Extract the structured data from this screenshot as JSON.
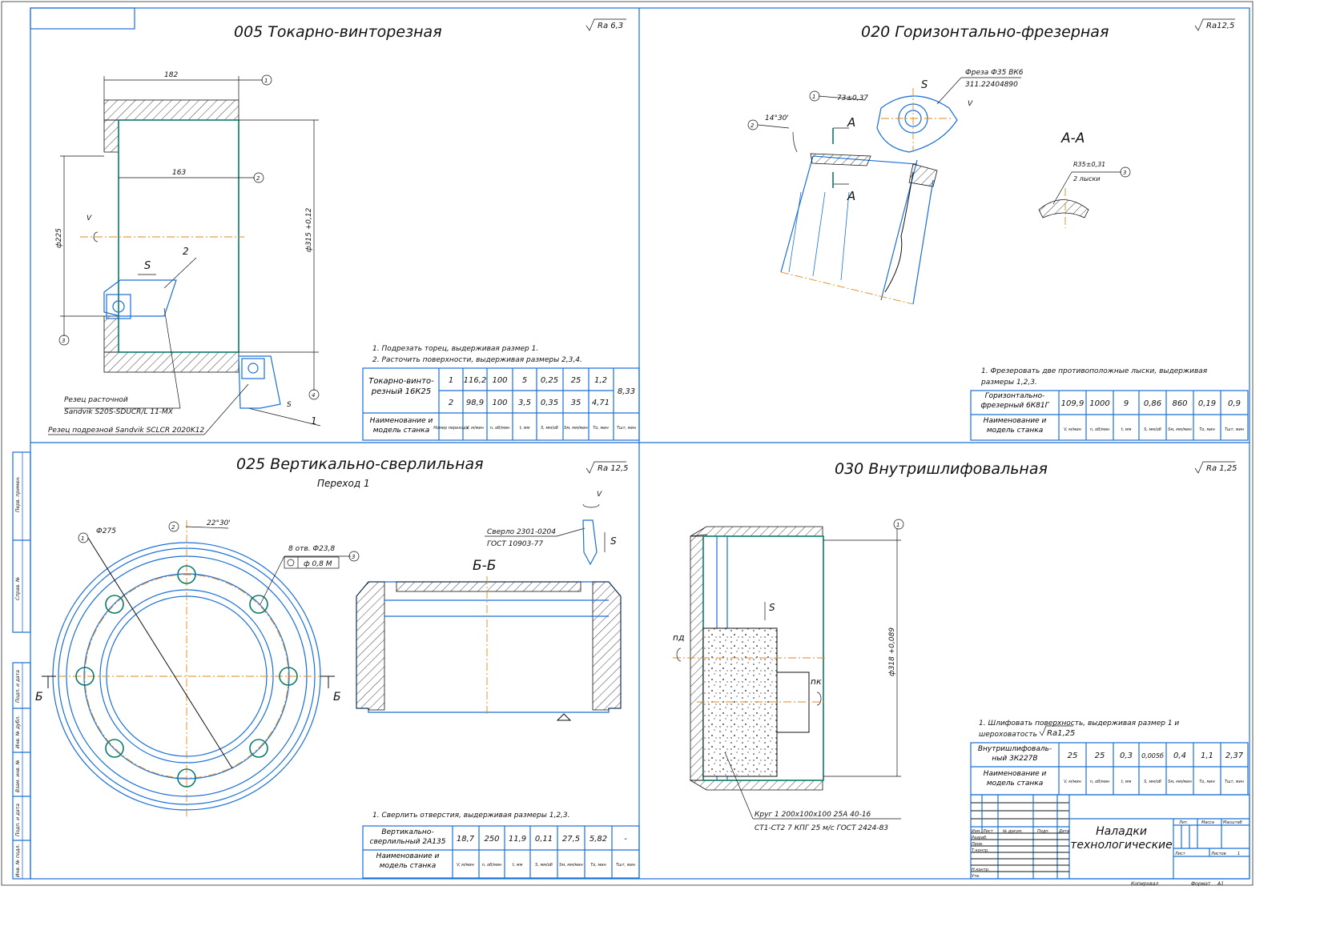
{
  "sheet": {
    "format_label": "Формат",
    "format_value": "А1",
    "copied_label": "Копировал",
    "side_stamps": [
      "Перв. примен.",
      "Справ. №",
      "Подп. и дата",
      "Инв. № дубл.",
      "Взам. инв. №",
      "Подп. и дата",
      "Инв. № подл."
    ]
  },
  "op005": {
    "title": "005 Токарно-винторезная",
    "roughness": "Ra 6,3",
    "dims": {
      "d1": "182",
      "d2": "163",
      "d3": "ф225",
      "d4": "ф315 +0,12",
      "v": "V",
      "s": "S",
      "s2": "S",
      "pos2": "2",
      "pos1": "1"
    },
    "balloons": [
      "1",
      "2",
      "3",
      "4"
    ],
    "tool_labels": [
      "Резец расточной",
      "Sandvik S20S-SDUCR/L 11-MX",
      "Резец подрезной Sandvik SCLCR 2020K12"
    ],
    "notes": [
      "1. Подрезать торец, выдерживая размер 1.",
      "2. Расточить поверхности, выдерживая размеры 2,3,4."
    ],
    "table": {
      "machine": "Токарно-винто- резный 16К25",
      "rows": [
        [
          "1",
          "116,2",
          "100",
          "5",
          "0,25",
          "25",
          "1,2"
        ],
        [
          "2",
          "98,9",
          "100",
          "3,5",
          "0,35",
          "35",
          "4,71"
        ]
      ],
      "total": "8,33",
      "header_name": "Наименование и модель станка",
      "headers": [
        "Номер перехода",
        "V, м/мин",
        "n, об/мин",
        "t, мм",
        "S, мм/об",
        "Sм, мм/мин",
        "Tо, мин",
        "Tшт, мин"
      ]
    }
  },
  "op020": {
    "title": "020 Горизонтально-фрезерная",
    "roughness": "Ra12,5",
    "cutter": [
      "Фреза Ф35 ВК6",
      "311.22404890"
    ],
    "dims": {
      "d1": "73±0,37",
      "angle": "14°30'",
      "section": "А-А",
      "a1": "А",
      "a2": "А",
      "r": "R35±0,31",
      "flats": "2 лыски",
      "s": "S",
      "v": "V"
    },
    "balloons": [
      "1",
      "2",
      "3"
    ],
    "notes": [
      "1. Фрезеровать две противоположные лыски, выдерживая",
      "размеры 1,2,3."
    ],
    "table": {
      "machine": "Горизонтально- фрезерный 6К81Г",
      "values": [
        "109,9",
        "1000",
        "9",
        "0,86",
        "860",
        "0,19",
        "0,9"
      ],
      "header_name": "Наименование и модель станка",
      "headers": [
        "V, м/мин",
        "n, об/мин",
        "t, мм",
        "S, мм/об",
        "Sм, мм/мин",
        "Tо, мин",
        "Tшт, мин"
      ]
    }
  },
  "op025": {
    "title": "025 Вертикально-сверлильная",
    "subtitle": "Переход 1",
    "roughness": "Ra 12,5",
    "drill": [
      "Сверло 2301-0204",
      "ГОСТ 10903-77"
    ],
    "dims": {
      "d1": "Ф275",
      "angle": "22°30'",
      "holes": "8 отв. Ф23,8",
      "tol": "ф 0,8 М",
      "section": "Б-Б",
      "b1": "Б",
      "b2": "Б",
      "v": "V",
      "s": "S"
    },
    "balloons": [
      "1",
      "2",
      "3"
    ],
    "notes": [
      "1. Сверлить отверстия, выдерживая размеры 1,2,3."
    ],
    "table": {
      "machine": "Вертикально- сверлильный 2А135",
      "values": [
        "18,7",
        "250",
        "11,9",
        "0,11",
        "27,5",
        "5,82",
        "-"
      ],
      "header_name": "Наименование и модель станка",
      "headers": [
        "V, м/мин",
        "n, об/мин",
        "t, мм",
        "S, мм/об",
        "Sм, мм/мин",
        "Tо, мин",
        "Tшт, мин"
      ]
    }
  },
  "op030": {
    "title": "030 Внутришлифовальная",
    "roughness": "Ra 1,25",
    "dims": {
      "d1": "ф318 +0,089",
      "s": "S",
      "np": "nд",
      "nk": "nк"
    },
    "balloons": [
      "1"
    ],
    "wheel": [
      "Круг 1 200х100х100 25А 40-16",
      "СТ1-СТ2 7 КПГ 25 м/с ГОСТ 2424-83"
    ],
    "notes": [
      "1. Шлифовать поверхность, выдерживая размер 1 и",
      "шероховатость",
      "Ra1,25"
    ],
    "table": {
      "machine": "Внутришлифоваль- ный 3К227В",
      "values": [
        "25",
        "25",
        "0,3",
        "0,005б",
        "0,4",
        "1,1",
        "2,37"
      ],
      "header_name": "Наименование и модель станка",
      "headers": [
        "V, м/мин",
        "n, об/мин",
        "t, мм",
        "S, мм/об",
        "Sм, мм/мин",
        "Tо, мин",
        "Tшт, мин"
      ]
    }
  },
  "title_block": {
    "title": [
      "Наладки",
      "технологические"
    ],
    "cols": [
      "Изм.",
      "Лист",
      "№ докум.",
      "Подп.",
      "Дата"
    ],
    "roles": [
      "Разраб.",
      "Пров.",
      "Т.контр.",
      "Н.контр.",
      "Утв."
    ],
    "lit": "Лит.",
    "mass": "Масса",
    "scale": "Масштаб",
    "sheet": "Лист",
    "sheets": "Листов",
    "sheets_value": "1"
  }
}
